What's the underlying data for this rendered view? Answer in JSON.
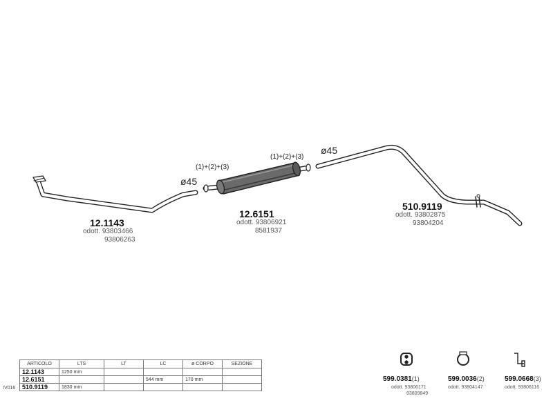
{
  "parts": [
    {
      "code": "12.1143",
      "alt_label": "odott.",
      "alt_codes": [
        "93803466",
        "93806263"
      ]
    },
    {
      "code": "12.6151",
      "alt_label": "odott.",
      "alt_codes": [
        "93806921",
        "8581937"
      ]
    },
    {
      "code": "510.9119",
      "alt_label": "odott.",
      "alt_codes": [
        "93802875",
        "93804204"
      ]
    }
  ],
  "diameter_labels": [
    "ø45",
    "ø45"
  ],
  "connector_labels": [
    "(1)+(2)+(3)",
    "(1)+(2)+(3)"
  ],
  "table": {
    "side_label": "IV016",
    "headers": [
      "ARTICOLO",
      "LTS",
      "LT",
      "LC",
      "ø CORPO",
      "SEZIONE"
    ],
    "rows": [
      [
        "12.1143",
        "1250 mm",
        "",
        "",
        "",
        ""
      ],
      [
        "12.6151",
        "",
        "",
        "544 mm",
        "170 mm",
        ""
      ],
      [
        "510.9119",
        "1830 mm",
        "",
        "",
        "",
        ""
      ]
    ]
  },
  "accessories": [
    {
      "code": "599.0381",
      "num": "(1)",
      "alt_label": "odott.",
      "alt_codes": [
        "93806171",
        "93809849"
      ],
      "icon": "rubber-hanger-icon"
    },
    {
      "code": "599.0036",
      "num": "(2)",
      "alt_label": "odott.",
      "alt_codes": [
        "93804147"
      ],
      "icon": "clamp-ring-icon"
    },
    {
      "code": "599.0668",
      "num": "(3)",
      "alt_label": "odott.",
      "alt_codes": [
        "93806116"
      ],
      "icon": "bracket-icon"
    }
  ]
}
